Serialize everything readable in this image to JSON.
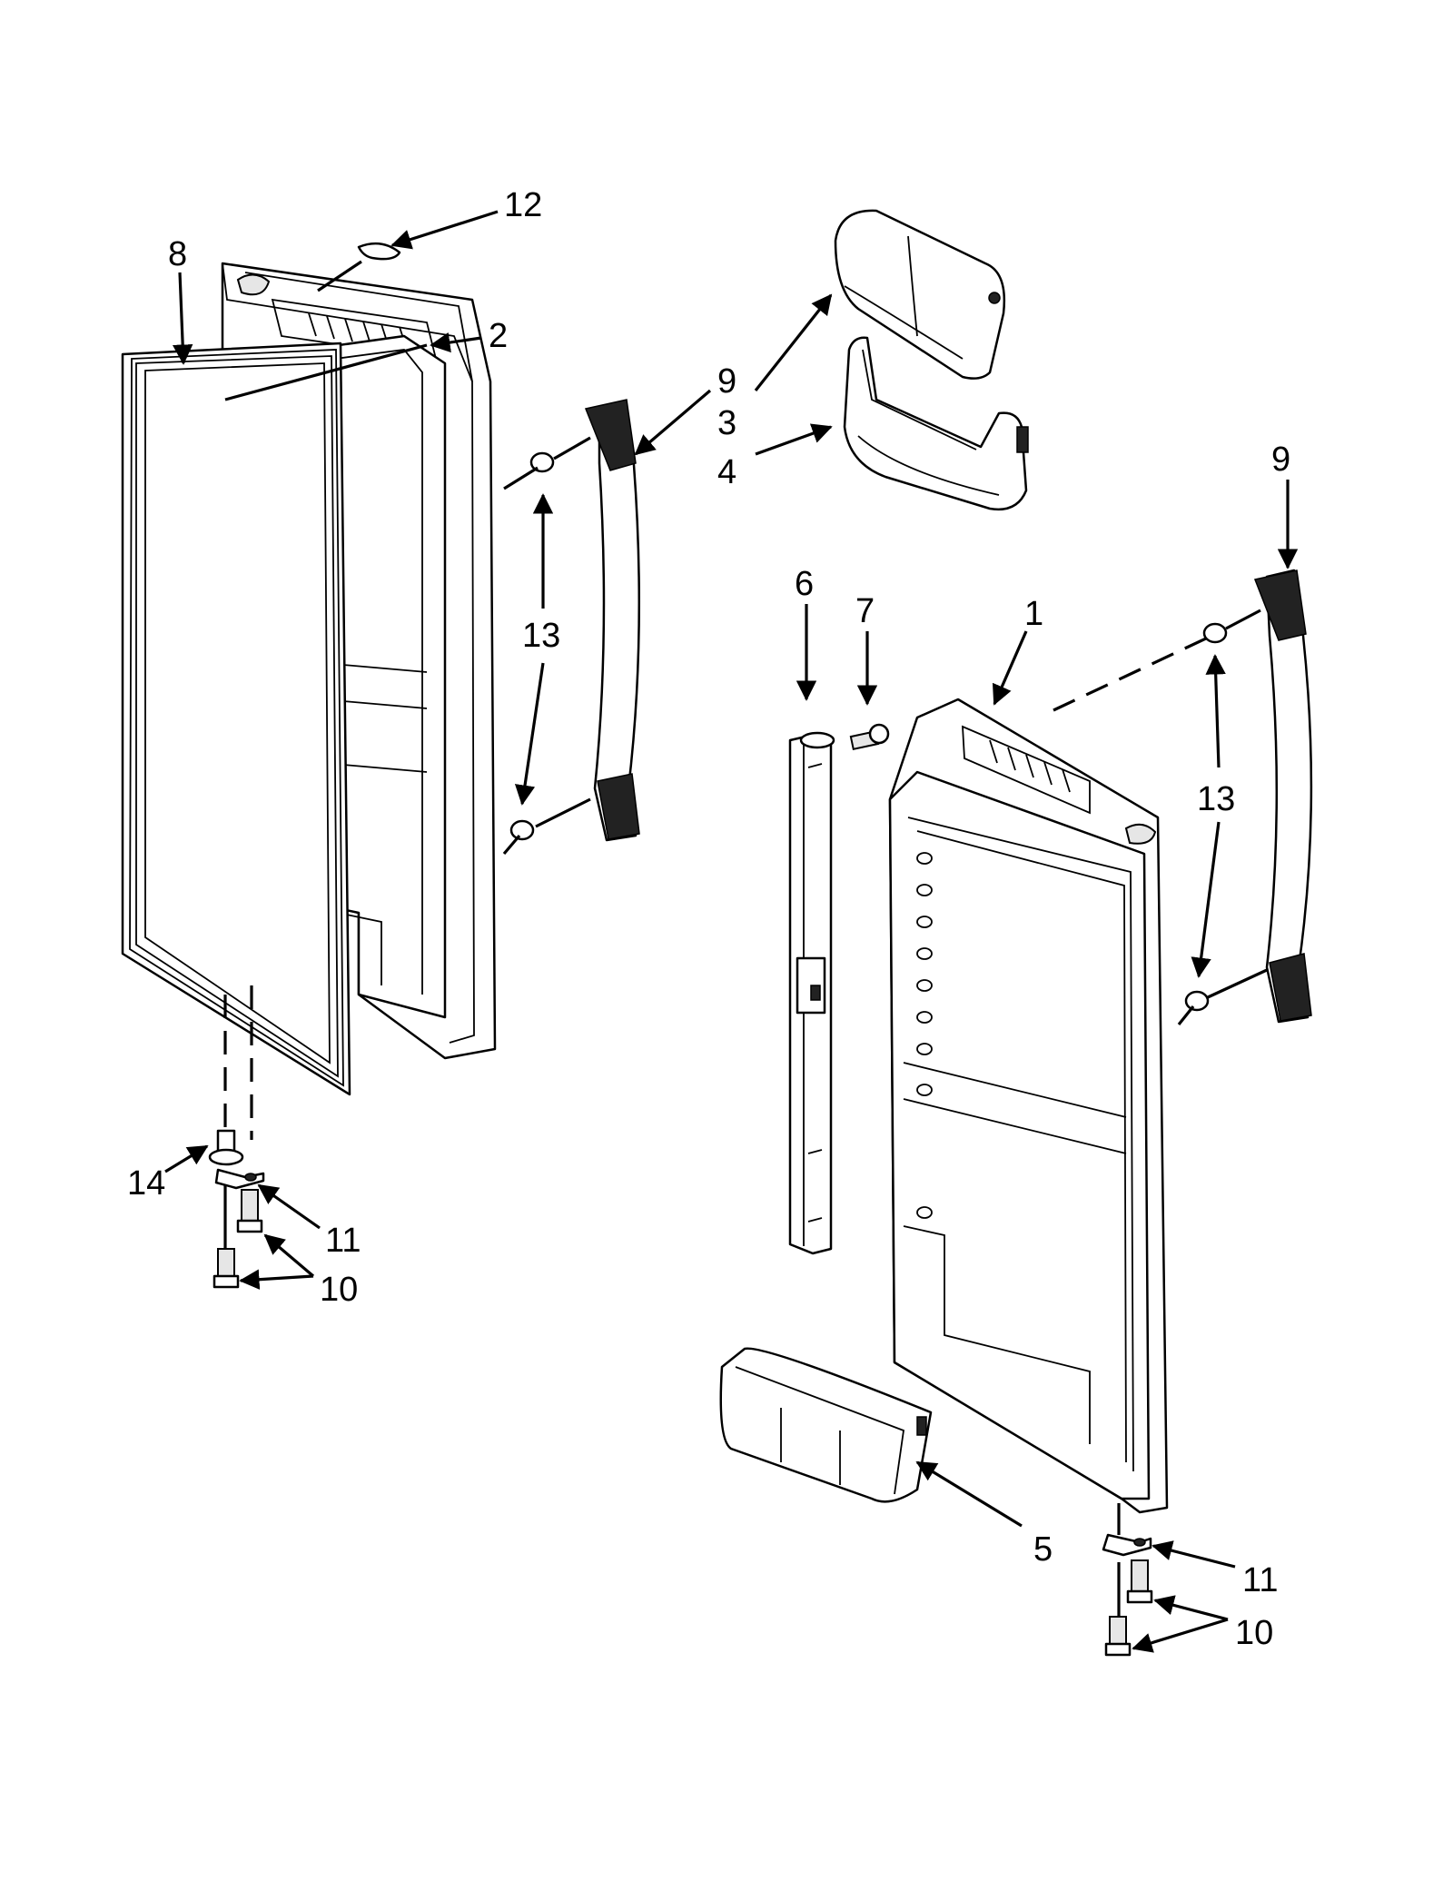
{
  "labels": {
    "l1": "1",
    "l2": "2",
    "l3": "3",
    "l4": "4",
    "l5": "5",
    "l6": "6",
    "l7": "7",
    "l8": "8",
    "l9a": "9",
    "l9b": "9",
    "l10a": "10",
    "l10b": "10",
    "l11a": "11",
    "l11b": "11",
    "l12": "12",
    "l13a": "13",
    "l13b": "13",
    "l14": "14"
  },
  "colors": {
    "line": "#000000",
    "background": "#ffffff",
    "shade": "#e6e6e6"
  }
}
